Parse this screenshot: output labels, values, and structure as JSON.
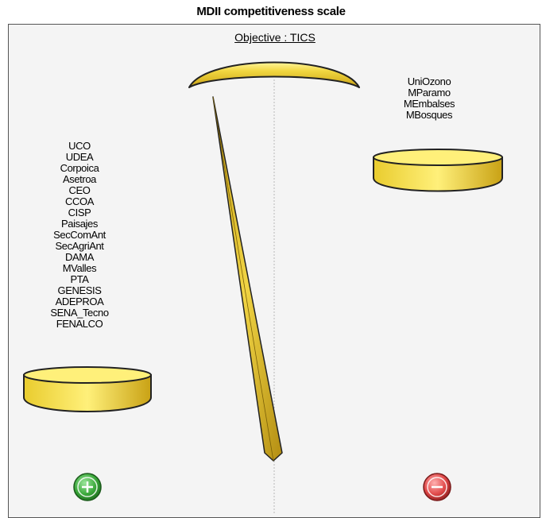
{
  "header": {
    "title": "MDII competitiveness scale"
  },
  "scale": {
    "objective_label": "Objective : TICS",
    "left_pan_items": [
      "UCO",
      "UDEA",
      "Corpoica",
      "Asetroa",
      "CEO",
      "CCOA",
      "CISP",
      "Paisajes",
      "SecComAnt",
      "SecAgriAnt",
      "DAMA",
      "MValles",
      "PTA",
      "GENESIS",
      "ADEPROA",
      "SENA_Tecno",
      "FENALCO"
    ],
    "right_pan_items": [
      "UniOzono",
      "MParamo",
      "MEmbalses",
      "MBosques"
    ]
  },
  "buttons": {
    "plus": {
      "icon": "plus-circle-icon",
      "color": "#3a9a3a"
    },
    "minus": {
      "icon": "minus-circle-icon",
      "color": "#d84040"
    }
  },
  "colors": {
    "gold": "#e8c62a",
    "gold_dark": "#b08c10",
    "panel": "#f4f4f4"
  }
}
